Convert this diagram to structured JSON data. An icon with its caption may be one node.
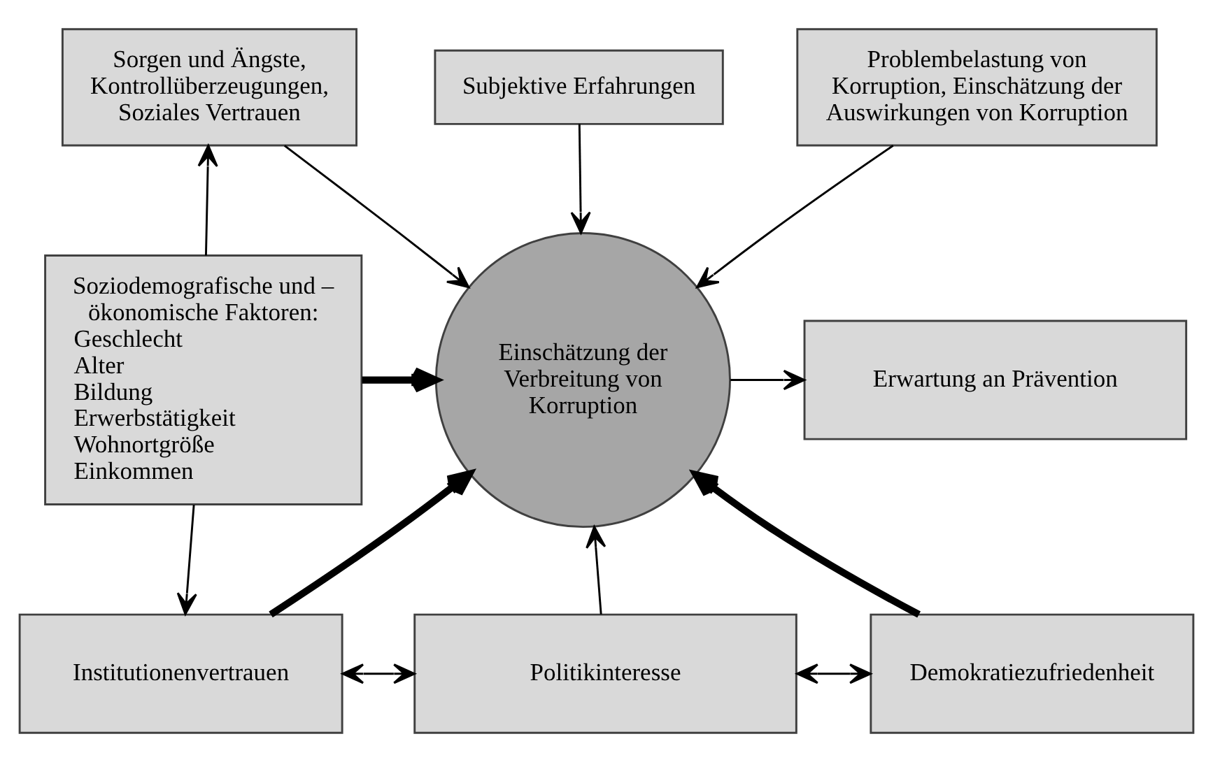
{
  "diagram": {
    "nodes": [
      {
        "text": [
          "Subjektive Erfahrungen"
        ]
      },
      {
        "text": [
          "Problembelastung von Korruption, Einschätzung der Auswirkungen von Korruption"
        ]
      },
      {
        "text": [
          "Sorgen und Ängste, Kontrollüberzeugungen, Soziales Vertrauen"
        ]
      },
      {
        "text": [
          "Soziodemografische und – ökonomische Faktoren:",
          "Geschlecht",
          "Alter",
          "Bildung",
          "Erwerbstätigkeit",
          "Wohnortgröße",
          "Einkommen"
        ]
      },
      {
        "text": [
          "Einschätzung der Verbreitung von Korruption"
        ]
      },
      {
        "text": [
          "Erwartung an Prävention"
        ]
      },
      {
        "text": [
          "Institutionenvertrauen"
        ]
      },
      {
        "text": [
          "Politikinteresse"
        ]
      },
      {
        "text": [
          "Demokratiezufriedenheit"
        ]
      }
    ],
    "edges": [
      {
        "from": 0,
        "to": 4,
        "arrow": "to"
      },
      {
        "from": 1,
        "to": 4,
        "arrow": "to"
      },
      {
        "from": 2,
        "to": 4,
        "arrow": "to"
      },
      {
        "from": 3,
        "to": 2,
        "arrow": "to"
      },
      {
        "from": 3,
        "to": 4,
        "arrow": "to",
        "style": "thick"
      },
      {
        "from": 3,
        "to": 6,
        "arrow": "to"
      },
      {
        "from": 6,
        "to": 4,
        "arrow": "to",
        "style": "thick"
      },
      {
        "from": 7,
        "to": 4,
        "arrow": "to"
      },
      {
        "from": 8,
        "to": 4,
        "arrow": "to",
        "style": "thick"
      },
      {
        "from": 4,
        "to": 5,
        "arrow": "to"
      },
      {
        "from": 6,
        "to": 7,
        "arrow": "both"
      },
      {
        "from": 7,
        "to": 8,
        "arrow": "both"
      }
    ]
  }
}
